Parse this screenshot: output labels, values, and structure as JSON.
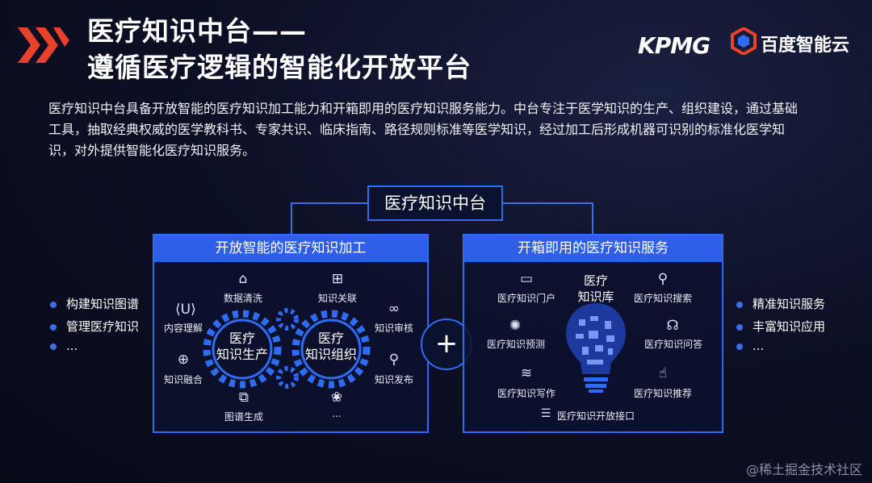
{
  "header": {
    "title_line1": "医疗知识中台——",
    "title_line2": "遵循医疗逻辑的智能化开放平台",
    "kpmg_logo": "KPMG",
    "baidu_logo": "百度智能云"
  },
  "intro": "医疗知识中台具备开放智能的医疗知识加工能力和开箱即用的医疗知识服务能力。中台专注于医学知识的生产、组织建设，通过基础工具，抽取经典权威的医学教科书、专家共识、临床指南、路径规则标准等医学知识，经过加工后形成机器可识别的标准化医学知识，对外提供智能化医疗知识服务。",
  "center_title": "医疗知识中台",
  "left_panel": {
    "title": "开放智能的医疗知识加工",
    "gear_left": "医疗\n知识生产",
    "gear_right": "医疗\n知识组织",
    "items": {
      "data_clean": "数据清洗",
      "knowledge_link": "知识关联",
      "content_understand": "内容理解",
      "knowledge_review": "知识审核",
      "knowledge_fusion": "知识融合",
      "knowledge_publish": "知识发布",
      "graph_generate": "图谱生成",
      "more": "..."
    }
  },
  "right_panel": {
    "title": "开箱即用的医疗知识服务",
    "bulb_label": "医疗\n知识库",
    "items": {
      "portal": "医疗知识门户",
      "search": "医疗知识搜索",
      "predict": "医疗知识预测",
      "qa": "医疗知识问答",
      "writing": "医疗知识写作",
      "recommend": "医疗知识推荐",
      "api": "医疗知识开放接口"
    }
  },
  "plus": "+",
  "left_list": [
    "构建知识图谱",
    "管理医疗知识",
    "..."
  ],
  "right_list": [
    "精准知识服务",
    "丰富知识应用",
    "..."
  ],
  "watermark": "@稀土掘金技术社区",
  "colors": {
    "accent": "#2f6cf6",
    "logo_red": "#e8412c",
    "background": "#0d1026"
  }
}
